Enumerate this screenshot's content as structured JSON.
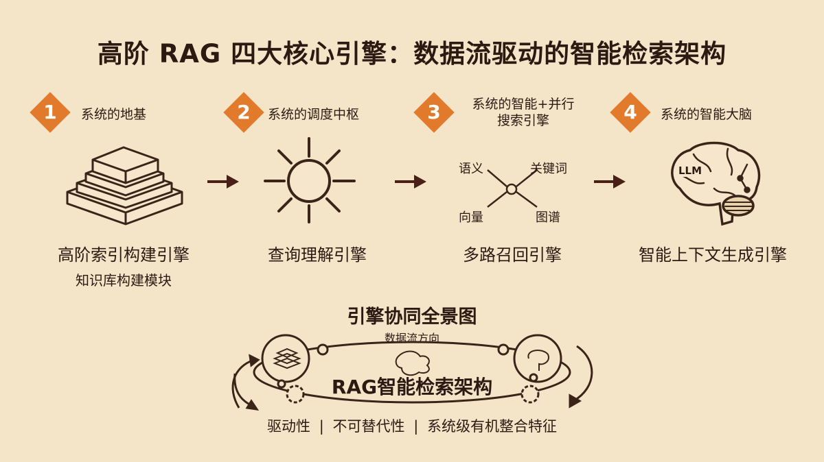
{
  "title": "高阶 RAG 四大核心引擎：数据流驱动的智能检索架构",
  "colors": {
    "background": "#f4e4c8",
    "accent": "#e27a2c",
    "ink": "#2b1a12",
    "arrow": "#4a2016"
  },
  "steps": [
    {
      "number": "1",
      "subtitle": "系统的地基",
      "icon": "layered-stack-icon",
      "name": "高阶索引构建引擎",
      "desc": "知识库构建模块"
    },
    {
      "number": "2",
      "subtitle": "系统的调度中枢",
      "icon": "sun-hub-icon",
      "name": "查询理解引擎"
    },
    {
      "number": "3",
      "subtitle_line1": "系统的智能+并行",
      "subtitle_line2": "搜索引擎",
      "icon": "cross-node-icon",
      "name": "多路召回引擎",
      "branches": [
        "语义",
        "关键词",
        "向量",
        "图谱"
      ]
    },
    {
      "number": "4",
      "subtitle": "系统的智能大脑",
      "icon": "brain-icon",
      "name": "智能上下文生成引擎",
      "brain_label": "LLM"
    }
  ],
  "overview": {
    "title": "引擎协同全景图",
    "flow_label": "数据流方向",
    "center": "RAG智能检索架构",
    "traits": [
      "驱动性",
      "不可替代性",
      "系统级有机整合特征"
    ]
  }
}
